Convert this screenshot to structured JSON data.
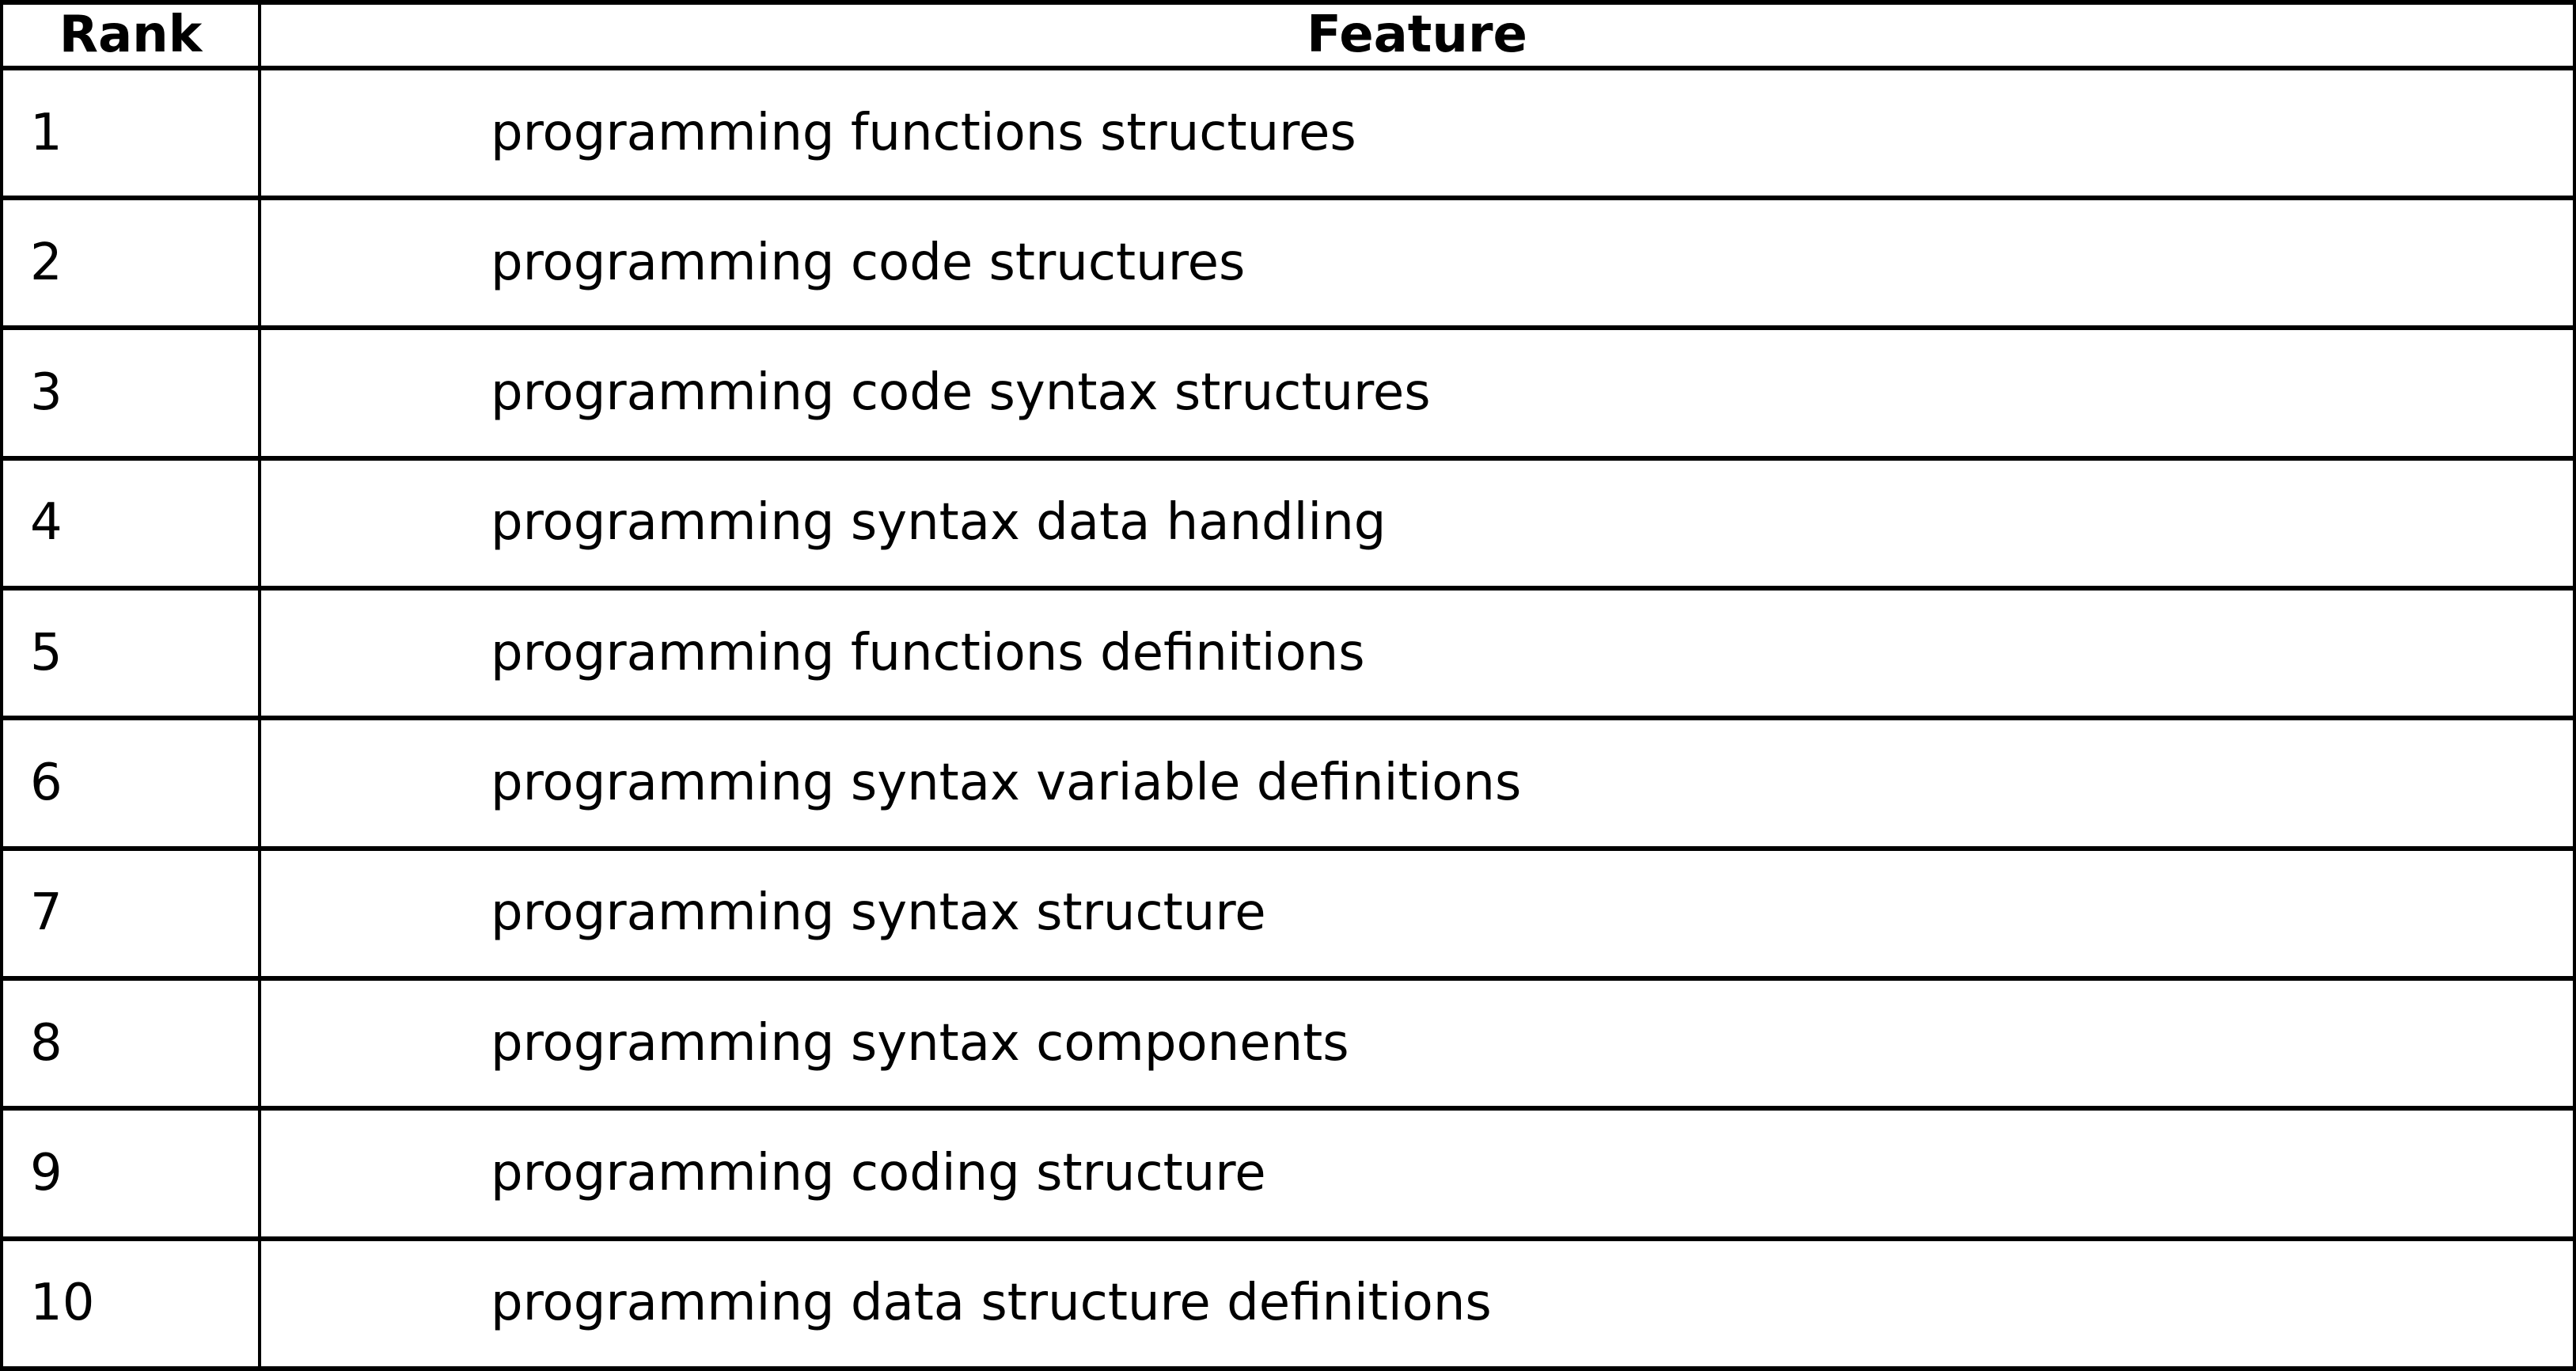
{
  "table": {
    "columns": [
      {
        "label": "Rank"
      },
      {
        "label": "Feature"
      }
    ],
    "rows": [
      {
        "rank": "1",
        "feature": "programming functions structures"
      },
      {
        "rank": "2",
        "feature": "programming code structures"
      },
      {
        "rank": "3",
        "feature": "programming code syntax structures"
      },
      {
        "rank": "4",
        "feature": "programming syntax data handling"
      },
      {
        "rank": "5",
        "feature": "programming functions definitions"
      },
      {
        "rank": "6",
        "feature": "programming syntax variable definitions"
      },
      {
        "rank": "7",
        "feature": "programming syntax structure"
      },
      {
        "rank": "8",
        "feature": "programming syntax components"
      },
      {
        "rank": "9",
        "feature": "programming coding structure"
      },
      {
        "rank": "10",
        "feature": "programming data structure definitions"
      }
    ],
    "style": {
      "border_color": "#000000",
      "text_color": "#000000",
      "background_color": "#ffffff"
    }
  },
  "chart_data": {
    "type": "table",
    "columns": [
      "Rank",
      "Feature"
    ],
    "rows": [
      [
        1,
        "programming functions structures"
      ],
      [
        2,
        "programming code structures"
      ],
      [
        3,
        "programming code syntax structures"
      ],
      [
        4,
        "programming syntax data handling"
      ],
      [
        5,
        "programming functions definitions"
      ],
      [
        6,
        "programming syntax variable definitions"
      ],
      [
        7,
        "programming syntax structure"
      ],
      [
        8,
        "programming syntax components"
      ],
      [
        9,
        "programming coding structure"
      ],
      [
        10,
        "programming data structure definitions"
      ]
    ],
    "layout": {
      "grid": "full-borders",
      "header_bold": true,
      "rank_align": "left",
      "feature_align": "left-padded",
      "header_align": "center"
    }
  }
}
